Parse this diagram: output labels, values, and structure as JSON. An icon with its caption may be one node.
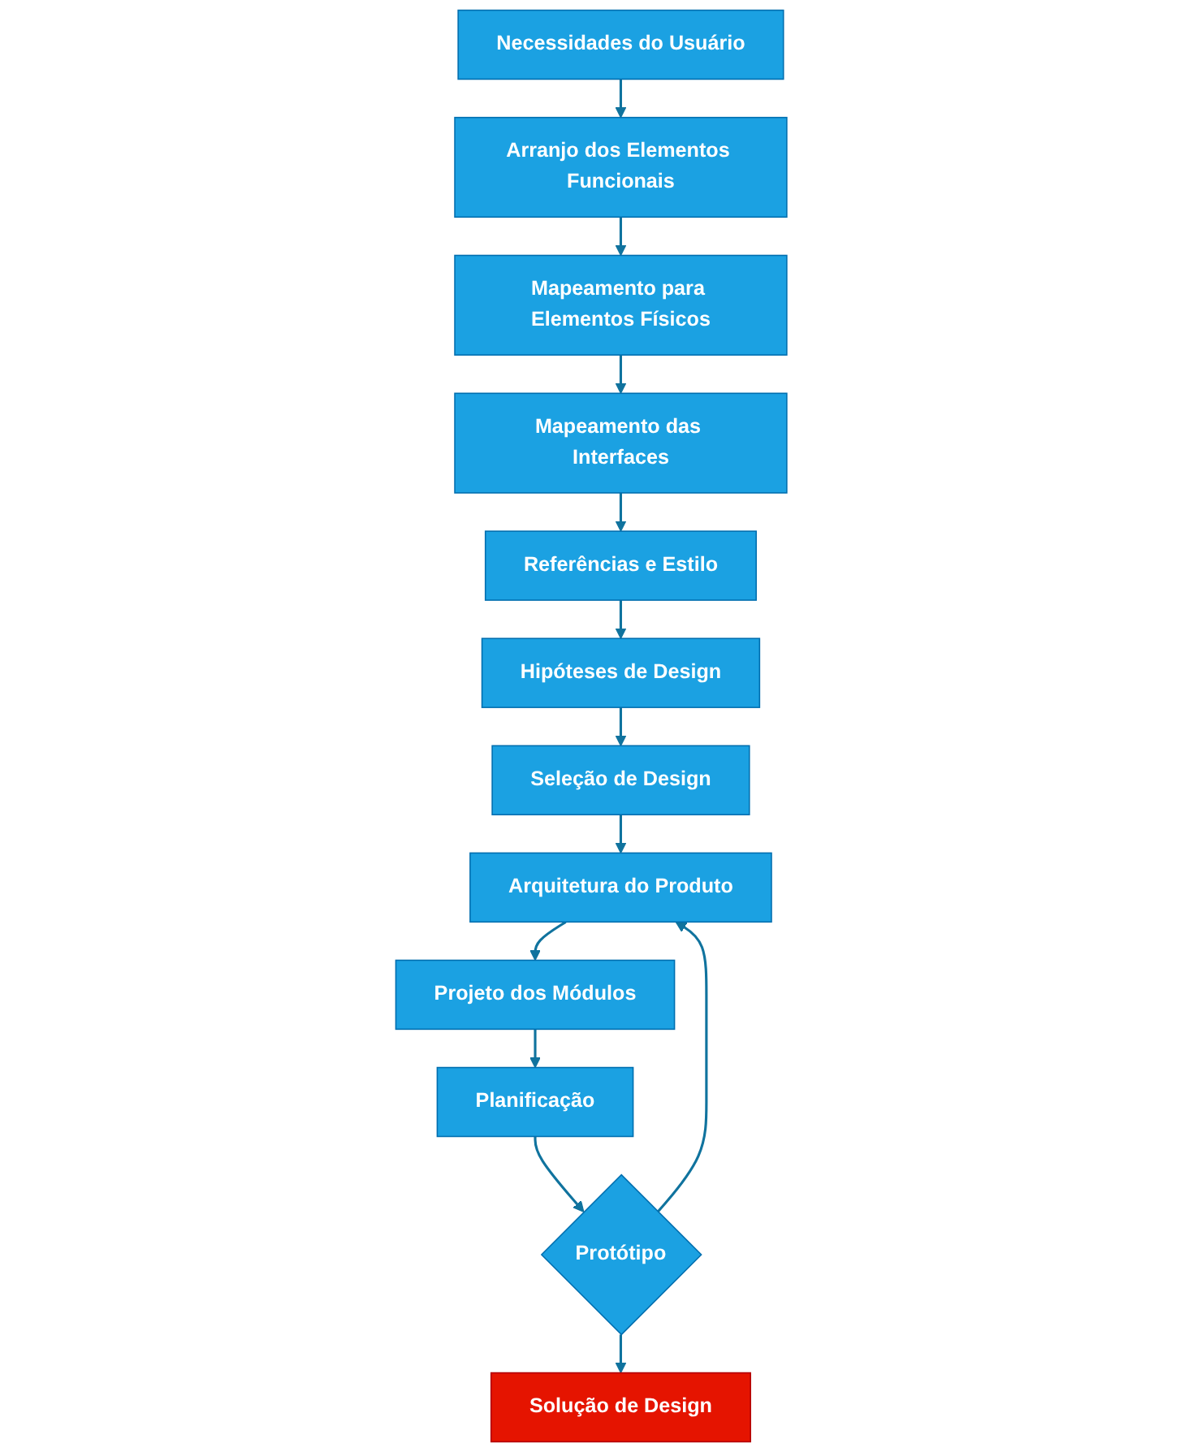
{
  "diagram": {
    "nodes": [
      {
        "text": [
          "Necessidades do Usuário"
        ]
      },
      {
        "text": [
          "Arranjo dos Elementos Funcionais"
        ]
      },
      {
        "text": [
          "Mapeamento para Elementos Físicos"
        ]
      },
      {
        "text": [
          "Mapeamento das Interfaces"
        ]
      },
      {
        "text": [
          "Referências e Estilo"
        ]
      },
      {
        "text": [
          "Hipóteses de Design"
        ]
      },
      {
        "text": [
          "Seleção de Design"
        ]
      },
      {
        "text": [
          "Arquitetura do Produto"
        ]
      },
      {
        "text": [
          "Projeto dos Módulos"
        ]
      },
      {
        "text": [
          "Planificação"
        ]
      },
      {
        "text": [
          "Protótipo"
        ]
      },
      {
        "text": [
          "Solução de Design"
        ]
      }
    ],
    "edges": [
      {
        "from": 0,
        "to": 1,
        "arrow": "to"
      },
      {
        "from": 1,
        "to": 2,
        "arrow": "to"
      },
      {
        "from": 2,
        "to": 3,
        "arrow": "to"
      },
      {
        "from": 3,
        "to": 4,
        "arrow": "to"
      },
      {
        "from": 4,
        "to": 5,
        "arrow": "to"
      },
      {
        "from": 5,
        "to": 6,
        "arrow": "to"
      },
      {
        "from": 6,
        "to": 7,
        "arrow": "to"
      },
      {
        "from": 7,
        "to": 8,
        "arrow": "to"
      },
      {
        "from": 8,
        "to": 9,
        "arrow": "to"
      },
      {
        "from": 9,
        "to": 10,
        "arrow": "to"
      },
      {
        "from": 10,
        "to": 7,
        "arrow": "to"
      },
      {
        "from": 10,
        "to": 11,
        "arrow": "to"
      }
    ]
  }
}
